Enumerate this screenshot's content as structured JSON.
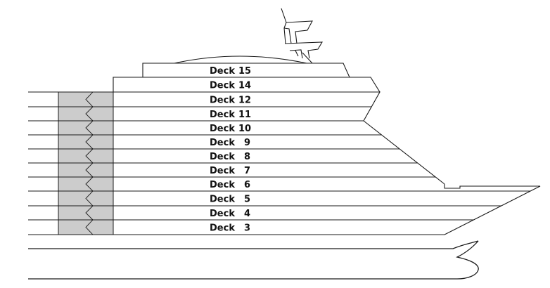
{
  "decks": [
    {
      "name": "Deck",
      "number": "15"
    },
    {
      "name": "Deck",
      "number": "14"
    },
    {
      "name": "Deck",
      "number": "12"
    },
    {
      "name": "Deck",
      "number": "11"
    },
    {
      "name": "Deck",
      "number": "10"
    },
    {
      "name": "Deck",
      "number": "9"
    },
    {
      "name": "Deck",
      "number": "8"
    },
    {
      "name": "Deck",
      "number": "7"
    },
    {
      "name": "Deck",
      "number": "6"
    },
    {
      "name": "Deck",
      "number": "5"
    },
    {
      "name": "Deck",
      "number": "4"
    },
    {
      "name": "Deck",
      "number": "3"
    }
  ],
  "colors": {
    "outline": "#1a1a1a",
    "stair_fill": "#cccccc",
    "background": "#ffffff",
    "label": "#111111"
  },
  "icons": {
    "funnel": "funnel-icon",
    "stairwell": "stairwell-icon"
  }
}
